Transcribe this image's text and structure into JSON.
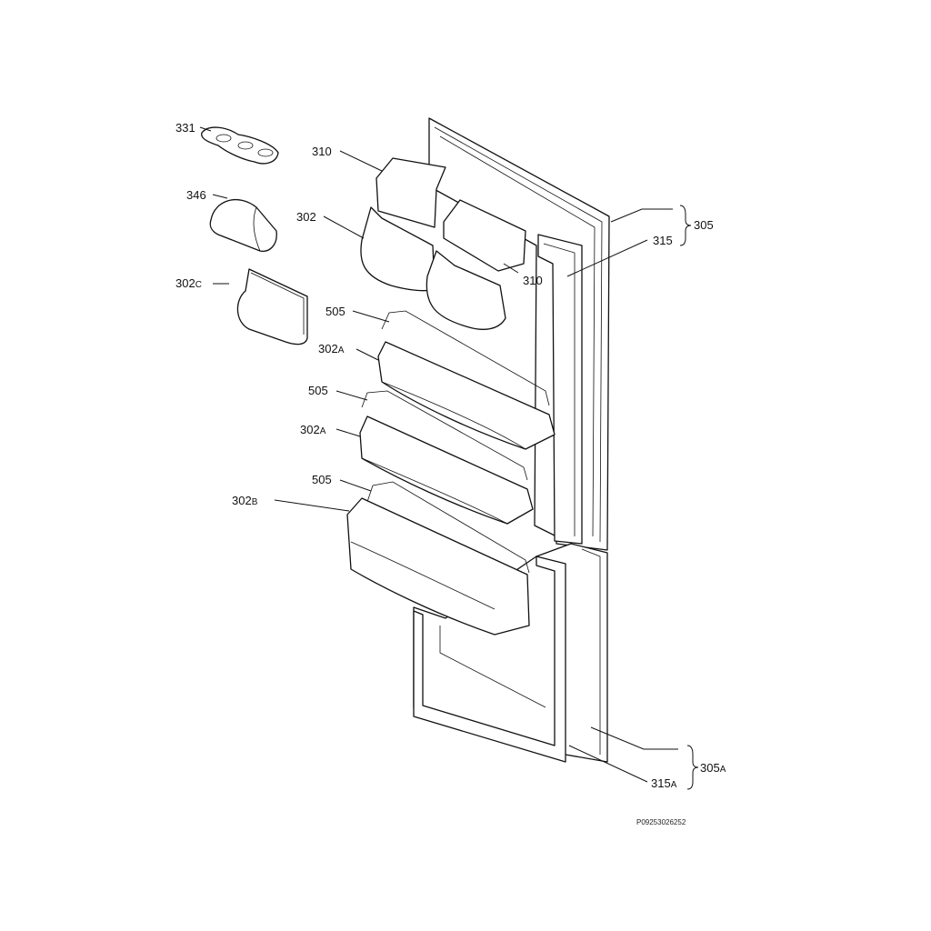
{
  "labels": {
    "l331": {
      "number": "331",
      "suffix": ""
    },
    "l310a": {
      "number": "310",
      "suffix": ""
    },
    "l346": {
      "number": "346",
      "suffix": ""
    },
    "l302": {
      "number": "302",
      "suffix": ""
    },
    "l302c": {
      "number": "302",
      "suffix": "C"
    },
    "l310b": {
      "number": "310",
      "suffix": ""
    },
    "l505a": {
      "number": "505",
      "suffix": ""
    },
    "l302a1": {
      "number": "302",
      "suffix": "A"
    },
    "l505b": {
      "number": "505",
      "suffix": ""
    },
    "l302a2": {
      "number": "302",
      "suffix": "A"
    },
    "l505c": {
      "number": "505",
      "suffix": ""
    },
    "l302b": {
      "number": "302",
      "suffix": "B"
    },
    "l305": {
      "number": "305",
      "suffix": ""
    },
    "l315": {
      "number": "315",
      "suffix": ""
    },
    "l305a": {
      "number": "305",
      "suffix": "A"
    },
    "l315a": {
      "number": "315",
      "suffix": "A"
    }
  },
  "drawing_code": "P09253026252"
}
